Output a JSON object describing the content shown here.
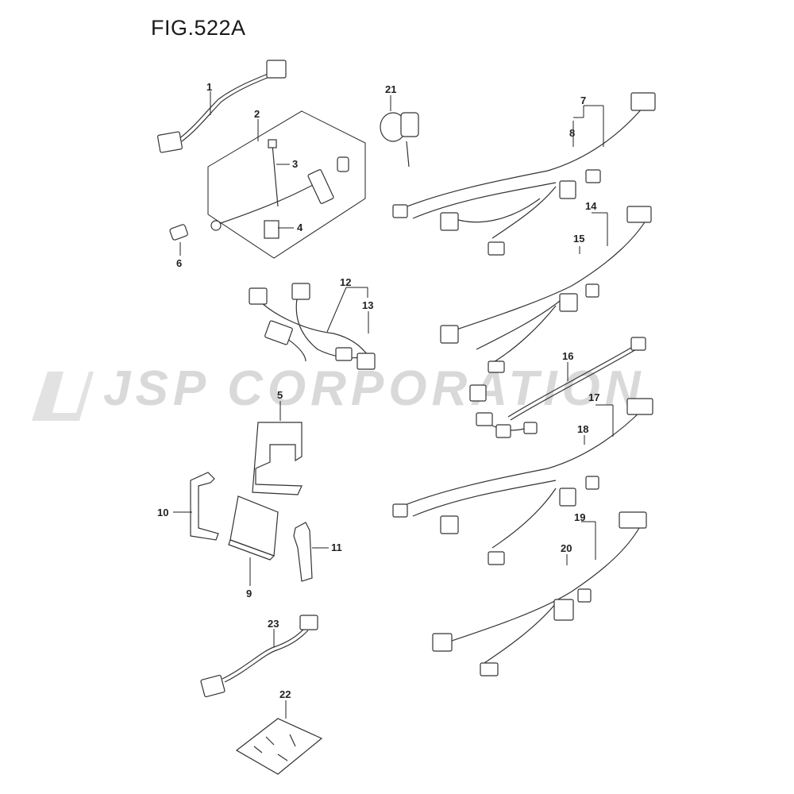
{
  "figure": {
    "title": "FIG.522A"
  },
  "watermark": {
    "text": "JSP CORPORATION"
  },
  "callouts": [
    "1",
    "2",
    "3",
    "4",
    "5",
    "6",
    "7",
    "8",
    "9",
    "10",
    "11",
    "12",
    "13",
    "14",
    "15",
    "16",
    "17",
    "18",
    "19",
    "20",
    "21",
    "22",
    "23"
  ]
}
